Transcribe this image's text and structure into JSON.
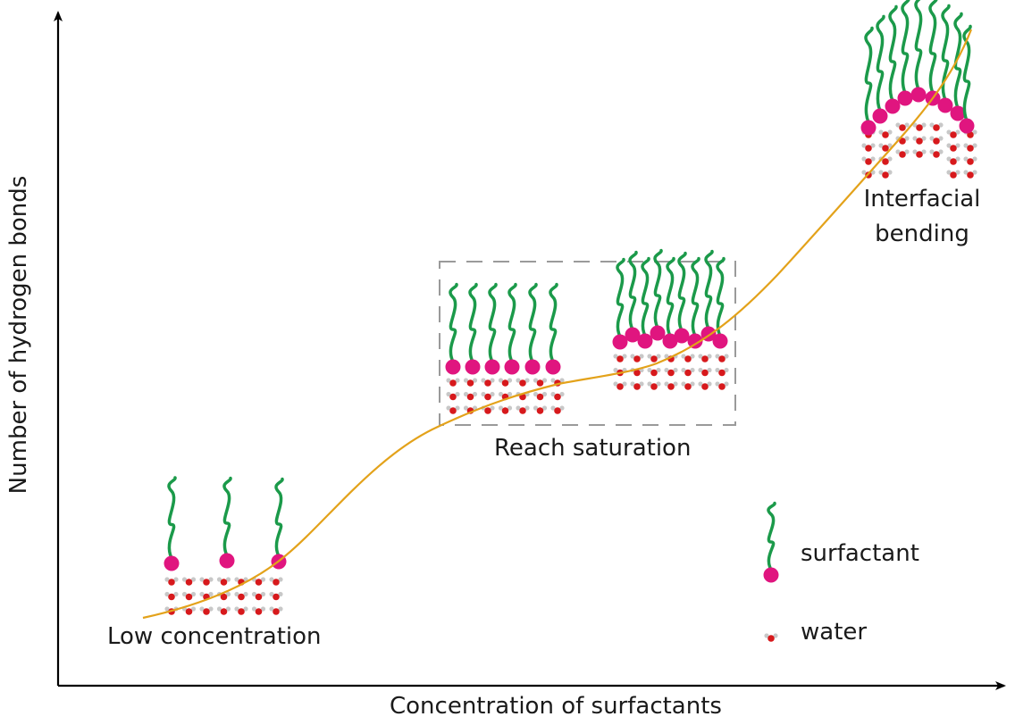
{
  "axes": {
    "x_label": "Concentration of surfactants",
    "y_label": "Number of hydrogen bonds"
  },
  "stages": {
    "low": "Low concentration",
    "saturation": "Reach saturation",
    "bending_line1": "Interfacial",
    "bending_line2": "bending"
  },
  "legend": {
    "surfactant": "surfactant",
    "water": "water"
  },
  "colors": {
    "curve": "#e3a21a",
    "tail": "#1b9a4a",
    "head": "#e0157f",
    "oxygen": "#d7191c",
    "hydrogen": "#c8c8c8",
    "axis": "#000000",
    "dash_box": "#9a9a9a"
  }
}
